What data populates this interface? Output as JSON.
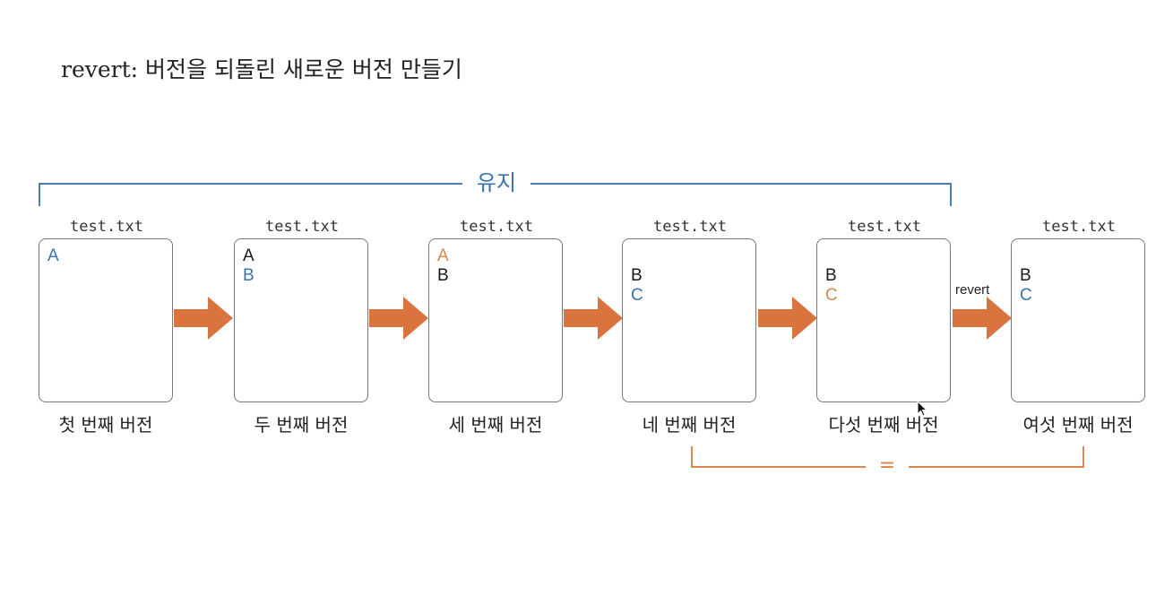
{
  "title": "revert: 버전을 되돌린 새로운 버전 만들기",
  "keep_label": "유지",
  "equal_label": "=",
  "revert_label": "revert",
  "colors": {
    "blue": "#3a73b0",
    "orange": "#d9874f",
    "black": "#1a1a1a"
  },
  "versions": [
    {
      "filename": "test.txt",
      "caption": "첫 번째 버전",
      "lines": [
        {
          "text": "A",
          "color": "blue"
        }
      ]
    },
    {
      "filename": "test.txt",
      "caption": "두 번째 버전",
      "lines": [
        {
          "text": "A",
          "color": "black"
        },
        {
          "text": "B",
          "color": "blue"
        }
      ]
    },
    {
      "filename": "test.txt",
      "caption": "세 번째 버전",
      "lines": [
        {
          "text": "A",
          "color": "orange"
        },
        {
          "text": "B",
          "color": "black"
        }
      ]
    },
    {
      "filename": "test.txt",
      "caption": "네 번째 버전",
      "lines": [
        {
          "text": "B",
          "color": "black"
        },
        {
          "text": "C",
          "color": "blue"
        }
      ]
    },
    {
      "filename": "test.txt",
      "caption": "다섯 번째 버전",
      "lines": [
        {
          "text": "B",
          "color": "black"
        },
        {
          "text": "C",
          "color": "orange"
        }
      ]
    },
    {
      "filename": "test.txt",
      "caption": "여섯 번째 버전",
      "lines": [
        {
          "text": "B",
          "color": "black"
        },
        {
          "text": "C",
          "color": "blue"
        }
      ]
    }
  ]
}
